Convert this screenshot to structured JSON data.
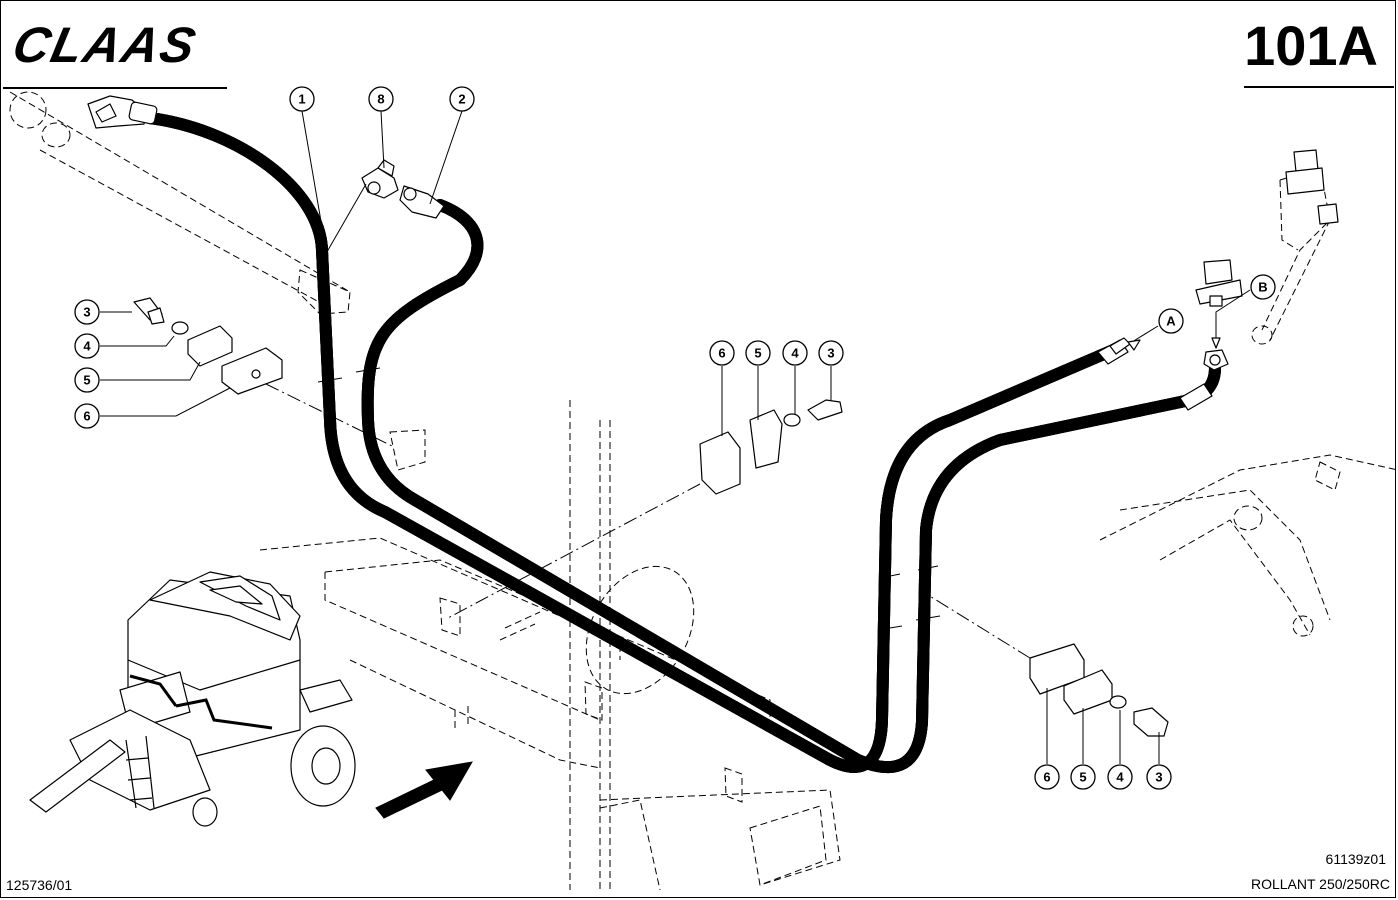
{
  "header": {
    "brand": "CLAAS",
    "page_number": "101A"
  },
  "footer": {
    "drawing_number": "125736/01",
    "figure_code": "61139z01",
    "model": "ROLLANT 250/250RC"
  },
  "callouts": {
    "hose_1": "1",
    "fitting_8": "8",
    "hose_2": "2",
    "left_bolt": "3",
    "left_washer": "4",
    "left_clamp_half": "5",
    "left_clamp": "6",
    "mid_clamp": "6",
    "mid_clamp_half": "5",
    "mid_washer": "4",
    "mid_bolt": "3",
    "conn_a": "A",
    "conn_b": "B",
    "right_clamp": "6",
    "right_clamp_half": "5",
    "right_washer": "4",
    "right_bolt": "3"
  }
}
